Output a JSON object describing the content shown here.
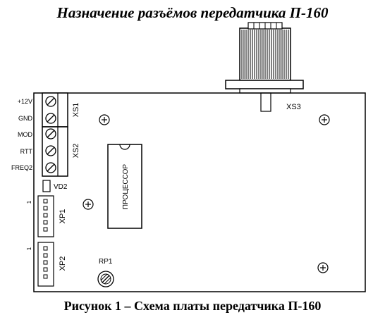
{
  "title": "Назначение разъёмов передатчика П-160",
  "caption": "Рисунок 1 – Схема платы передатчика П-160",
  "pin_labels": [
    "+12V",
    "GND",
    "MOD",
    "RTT",
    "FREQ2"
  ],
  "components": {
    "xs1": "XS1",
    "xs2": "XS2",
    "xs3": "XS3",
    "vd2": "VD2",
    "xp1": "XP1",
    "xp2": "XP2",
    "rp1": "RP1",
    "processor": "ПРОЦЕССОР"
  },
  "pin_one_marks": [
    "1",
    "1"
  ]
}
